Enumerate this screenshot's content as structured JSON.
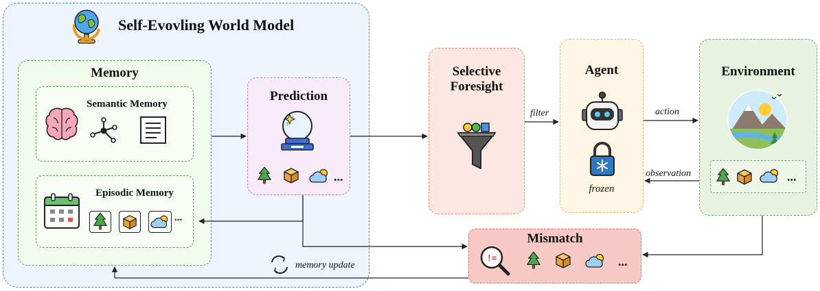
{
  "world_model": {
    "title": "Self-Evovling World Model",
    "icon": "globe-icon"
  },
  "memory": {
    "title": "Memory",
    "semantic": {
      "title": "Semantic Memory",
      "icons": [
        "brain-icon",
        "graph-icon",
        "document-icon"
      ]
    },
    "episodic": {
      "title": "Episodic Memory",
      "icons": [
        "calendar-icon",
        "tree-icon",
        "box-icon",
        "cloud-icon"
      ],
      "ellipsis": "..."
    }
  },
  "prediction": {
    "title": "Prediction",
    "icons": [
      "crystal-ball-icon",
      "tree-icon",
      "box-icon",
      "cloud-icon"
    ],
    "ellipsis": "..."
  },
  "foresight": {
    "title_line1": "Selective",
    "title_line2": "Foresight",
    "icon": "funnel-icon"
  },
  "agent": {
    "title": "Agent",
    "icons": [
      "robot-icon",
      "lock-icon"
    ],
    "status": "frozen"
  },
  "environment": {
    "title": "Environment",
    "icons": [
      "landscape-icon",
      "tree-icon",
      "box-icon",
      "cloud-icon"
    ],
    "ellipsis": "..."
  },
  "mismatch": {
    "title": "Mismatch",
    "icons": [
      "magnifier-icon",
      "tree-icon",
      "box-icon",
      "cloud-icon"
    ],
    "ellipsis": "..."
  },
  "edges": {
    "filter": "filter",
    "action": "action",
    "observation": "observation",
    "memory_update": "memory update"
  },
  "colors": {
    "world_bg": "#eef4fd",
    "world_border": "#4c86d6",
    "memory_bg": "#f1faec",
    "memory_border": "#5a9a4a",
    "prediction_bg": "#f7eaf9",
    "prediction_border": "#c07ad0",
    "foresight_bg": "#fde7e3",
    "foresight_border": "#e38a7a",
    "agent_bg": "#fff6e6",
    "agent_border": "#e7b35a",
    "env_bg": "#e7f2e1",
    "env_border": "#7aa46a",
    "mismatch_bg": "#f6c9c5",
    "mismatch_border": "#d9756d"
  }
}
